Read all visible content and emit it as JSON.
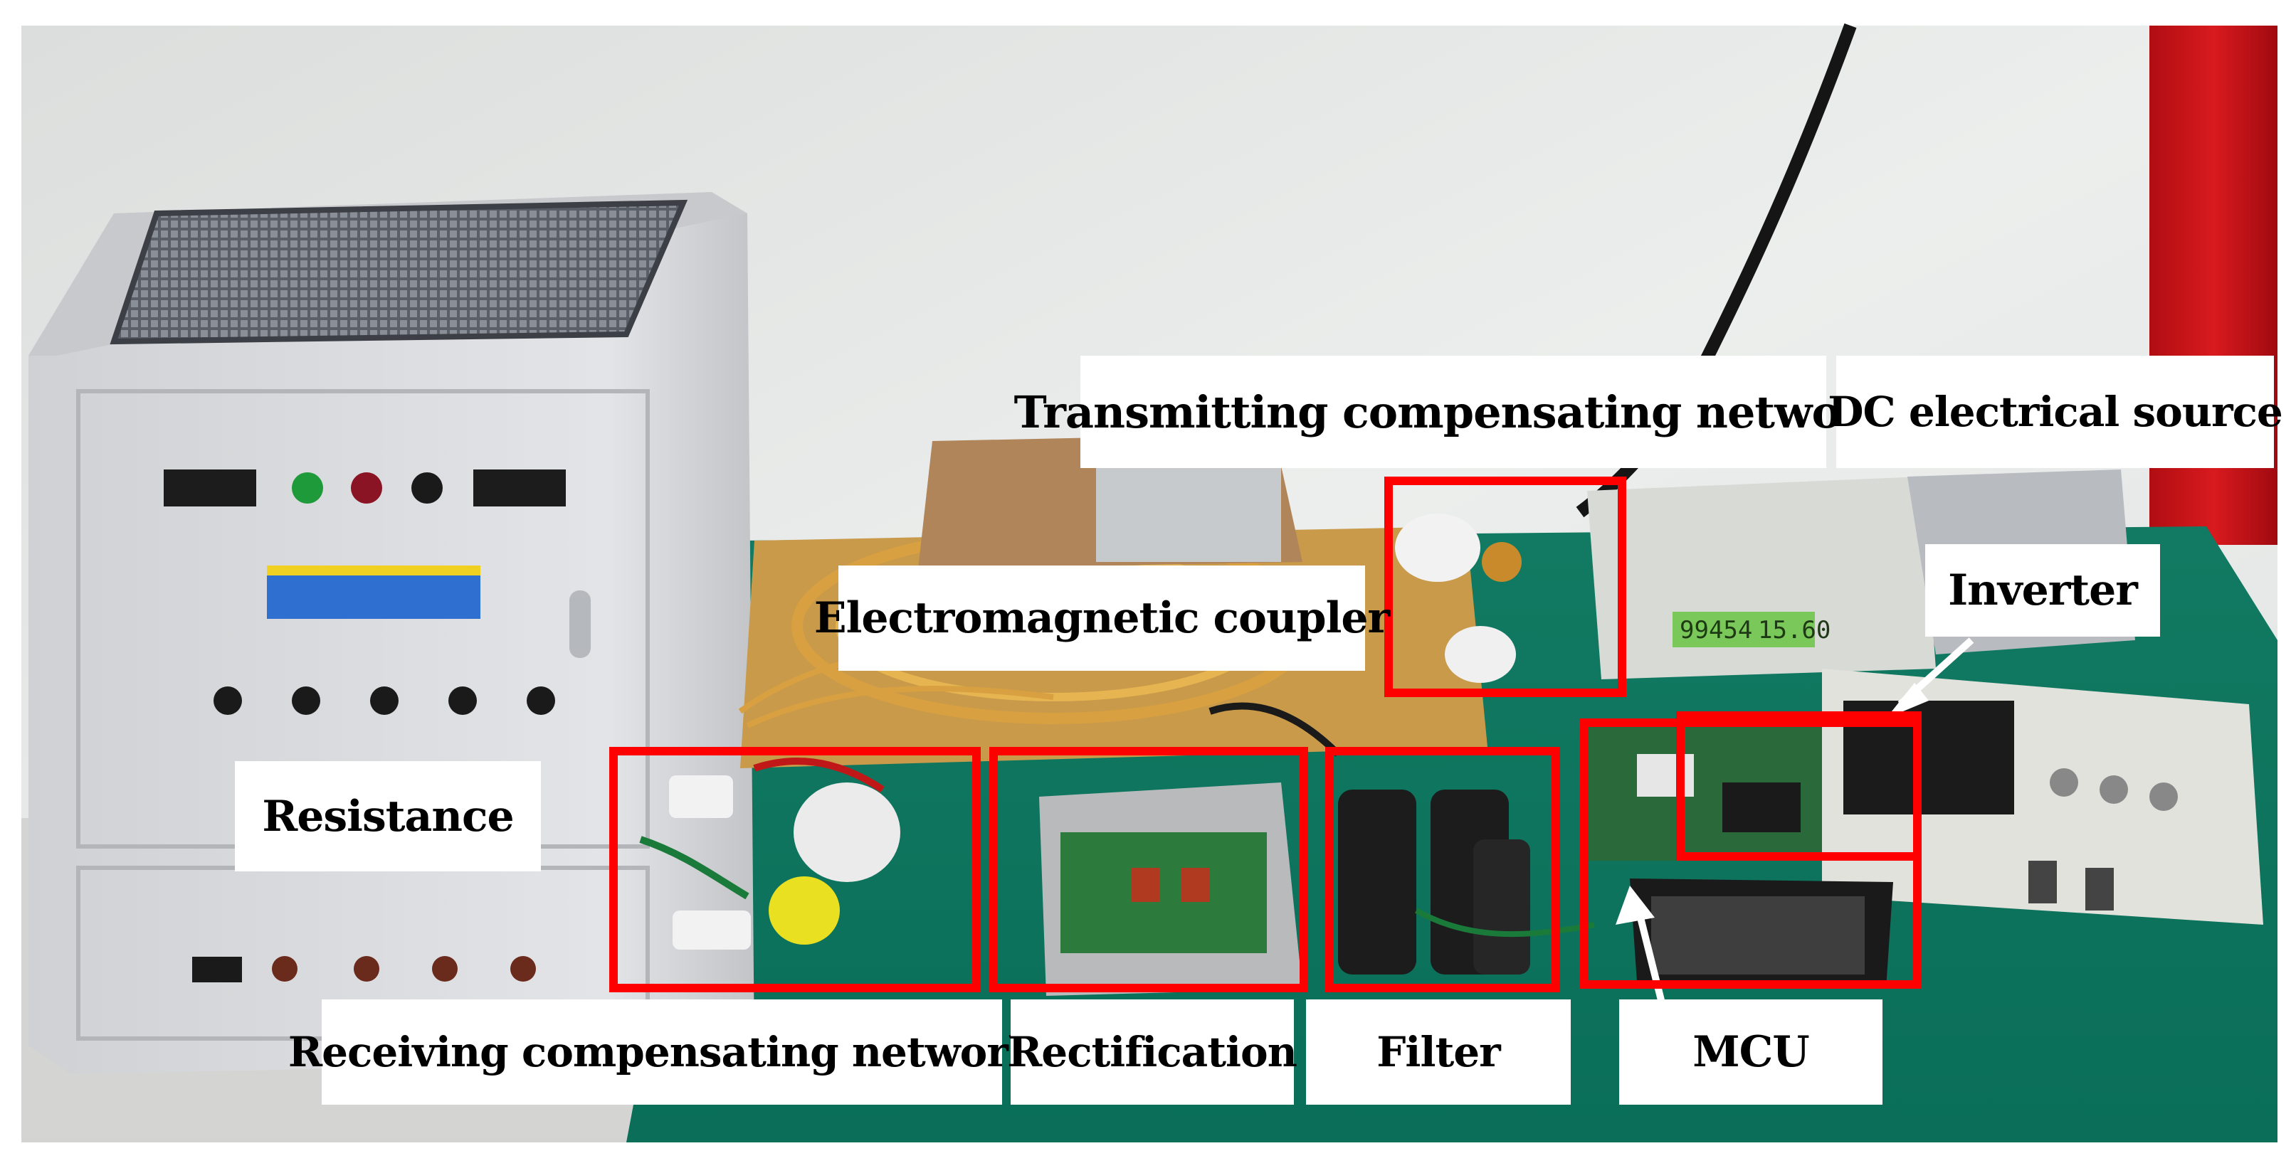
{
  "labels": {
    "transmitting": "Transmitting compensating network",
    "dc_source": "DC electrical source",
    "coupler": "Electromagnetic coupler",
    "inverter": "Inverter",
    "resistance": "Resistance",
    "receiving": "Receiving compensating network",
    "rectification": "Rectification",
    "filter": "Filter",
    "mcu": "MCU"
  },
  "colors": {
    "highlight": "#ff0000",
    "wall": "#e8eae8",
    "table": "#0e8a6e",
    "cabinet": "#dcdde0"
  },
  "meter_display": {
    "left": "99454",
    "right": "15.60"
  }
}
